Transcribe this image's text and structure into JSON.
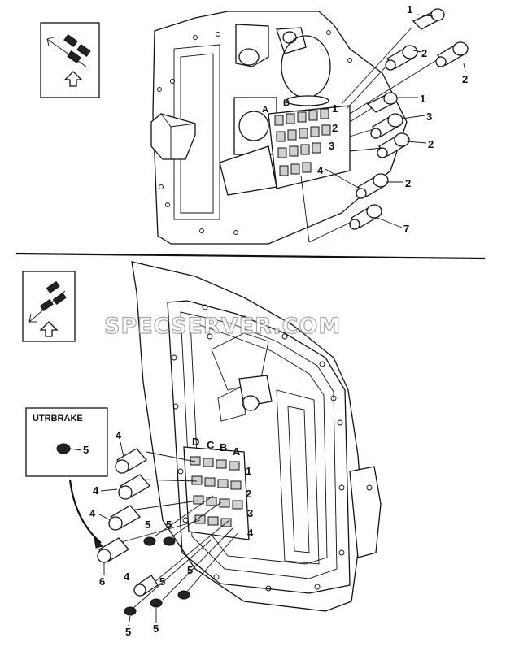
{
  "watermark": "SPECSERVER.COM",
  "inset_label": "UTRBRAKE",
  "inset_callout": "5",
  "top_callouts": [
    "1",
    "2",
    "2",
    "1",
    "3",
    "2",
    "2",
    "7"
  ],
  "top_row_numbers": [
    "1",
    "2",
    "3",
    "4"
  ],
  "top_row_letters": [
    "A",
    "B"
  ],
  "bottom_column_letters": [
    "D",
    "C",
    "B",
    "A"
  ],
  "bottom_row_numbers": [
    "1",
    "2",
    "3",
    "4"
  ],
  "bottom_callouts_left": [
    "4",
    "4",
    "4",
    "6"
  ],
  "bottom_callouts_low": [
    "5",
    "5",
    "4",
    "5",
    "5",
    "5",
    "5"
  ]
}
